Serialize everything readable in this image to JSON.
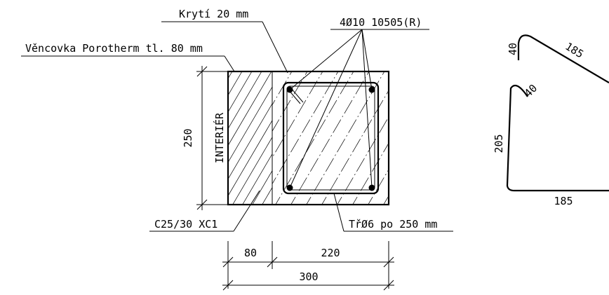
{
  "labels": {
    "cover": "Krytí 20 mm",
    "rebar": "4Ø10 10505(R)",
    "lintel": "Věncovka Porotherm tl. 80 mm",
    "interior": "INTERIÉR",
    "height": "250",
    "concrete": "C25/30 XC1",
    "stirrup": "TřØ6 po 250 mm"
  },
  "dims": {
    "d80": "80",
    "d220": "220",
    "d300": "300"
  },
  "shape": {
    "top_hook": "40",
    "diag": "185",
    "small_hook": "40",
    "vertical": "205",
    "bottom": "185"
  },
  "colors": {
    "line": "#000000",
    "background": "#ffffff"
  }
}
